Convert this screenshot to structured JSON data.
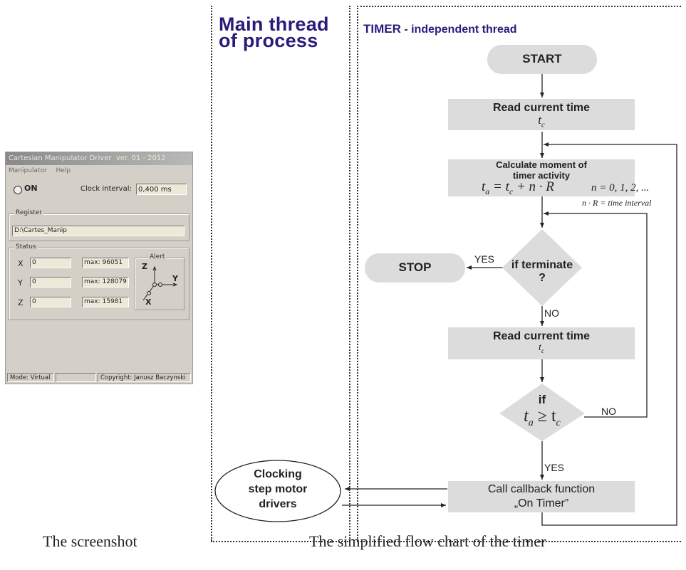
{
  "window": {
    "title_app": "Cartesian Manipulator Driver",
    "title_version": "ver. 01 - 2012",
    "menu": [
      "Manipulator",
      "Help"
    ],
    "on_label": "ON",
    "clock_interval_label": "Clock interval:",
    "clock_interval_value": "0,400 ms",
    "register_label": "Register",
    "register_value": "D:\\Cartes_Manip",
    "status_label": "Status",
    "axes": [
      {
        "axis": "X",
        "value": "0",
        "max": "max: 96051"
      },
      {
        "axis": "Y",
        "value": "0",
        "max": "max: 128079"
      },
      {
        "axis": "Z",
        "value": "0",
        "max": "max: 15981"
      }
    ],
    "alert_label": "Alert",
    "alert_axes": {
      "z": "Z",
      "y": "Y",
      "x": "X"
    },
    "statusbar": {
      "mode": "Mode: Virtual",
      "middle": "",
      "copyright": "Copyright: Janusz Baczynski"
    }
  },
  "flow": {
    "main_thread_line1": "Main thread",
    "main_thread_line2": "of process",
    "timer_bold": "TIMER",
    "timer_rest": " - independent thread",
    "start": "START",
    "read_time_1": "Read current time",
    "tc_1": "t",
    "tc_sub_1": "c",
    "calc_line1": "Calculate moment of",
    "calc_line2": "timer activity",
    "formula_left": "t",
    "formula_left_sub": "a",
    "formula_mid": " = t",
    "formula_mid_sub": "c",
    "formula_right": " + n · R",
    "n_values": "n = 0, 1, 2, ...",
    "n_interval": "n · R = time interval",
    "if_terminate_1": "if terminate",
    "if_terminate_2": "?",
    "yes_1": "YES",
    "stop": "STOP",
    "no_1": "NO",
    "read_time_2": "Read current time",
    "tc_2": "t",
    "tc_sub_2": "c",
    "if_2": "if",
    "cond_a": "t",
    "cond_a_sub": "a",
    "cond_op": " ≥ t",
    "cond_c_sub": "c",
    "no_2": "NO",
    "yes_2": "YES",
    "callback_line1": "Call callback function",
    "callback_line2": "„On Timer”",
    "clocking_1": "Clocking",
    "clocking_2": "step motor",
    "clocking_3": "drivers"
  },
  "captions": {
    "left": "The screenshot",
    "right": "The simplified flow chart of the timer"
  }
}
